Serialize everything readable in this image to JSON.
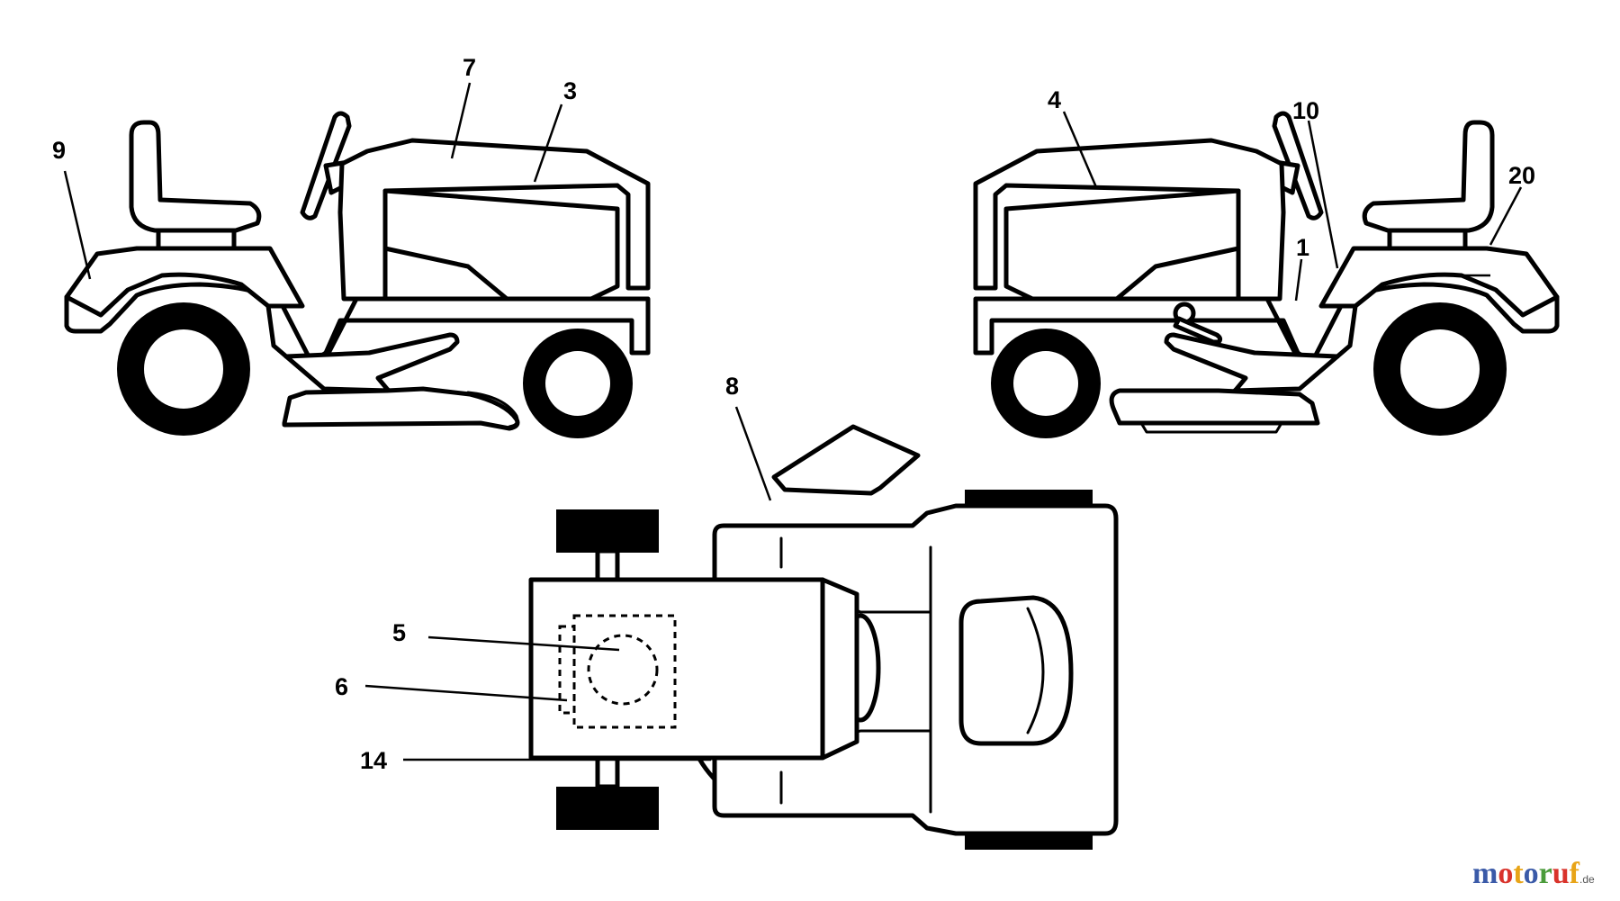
{
  "callouts": {
    "c1": "1",
    "c3": "3",
    "c4": "4",
    "c5": "5",
    "c6": "6",
    "c7": "7",
    "c8": "8",
    "c9": "9",
    "c10": "10",
    "c14": "14",
    "c20": "20"
  },
  "watermark": {
    "letters": [
      "m",
      "o",
      "t",
      "o",
      "r",
      "u",
      "f"
    ],
    "colors": [
      "#3a5aa8",
      "#d9332b",
      "#e8a417",
      "#3a5aa8",
      "#4a9b3a",
      "#d9332b",
      "#e8a417"
    ],
    "tld": ".de"
  }
}
